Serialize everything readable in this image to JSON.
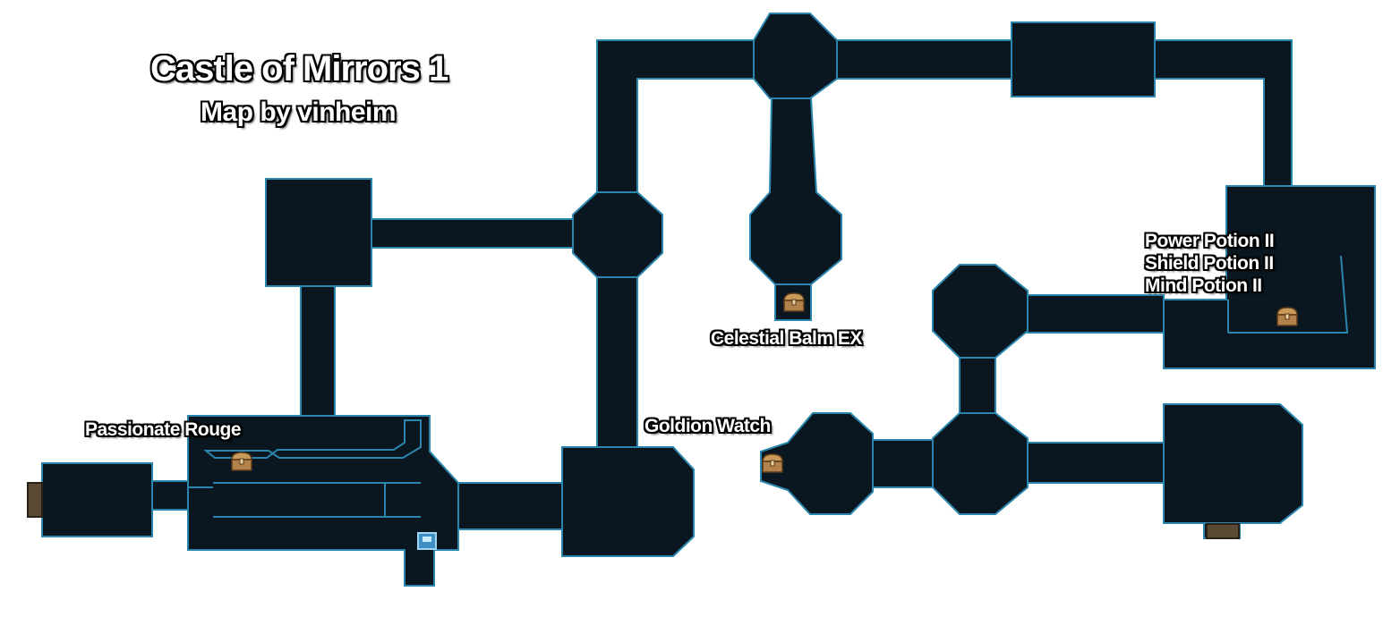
{
  "map": {
    "title": "Castle of Mirrors 1",
    "subtitle": "Map by vinheim",
    "background_color": "#ffffff",
    "floor_color": "#0a1720",
    "edge_color": "#2a86ad",
    "door_color": "#5b4a33",
    "treasures": [
      {
        "label": "Passionate Rouge"
      },
      {
        "label": "Celestial Balm EX"
      },
      {
        "label": "Goldion Watch"
      },
      {
        "label": "Power Potion II"
      },
      {
        "label": "Shield Potion II"
      },
      {
        "label": "Mind Potion II"
      }
    ],
    "icons": {
      "treasure": "treasure-chest-icon",
      "door": "door-icon",
      "save_point": "save-point-icon"
    }
  }
}
